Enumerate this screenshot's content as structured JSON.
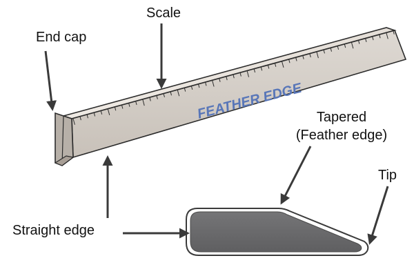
{
  "labels": {
    "end_cap": "End cap",
    "scale": "Scale",
    "ruler_text": "FEATHER EDGE",
    "tapered_line1": "Tapered",
    "tapered_line2": "(Feather edge)",
    "tip": "Tip",
    "straight_edge": "Straight edge"
  },
  "colors": {
    "ruler_face": "#d4cfc9",
    "ruler_top": "#ece7e1",
    "ruler_front": "#bdb6ae",
    "ruler_text": "#5876b8",
    "profile_fill": "#6a6a6c",
    "arrow": "#3a3a3a"
  },
  "scale_ticks": 46
}
